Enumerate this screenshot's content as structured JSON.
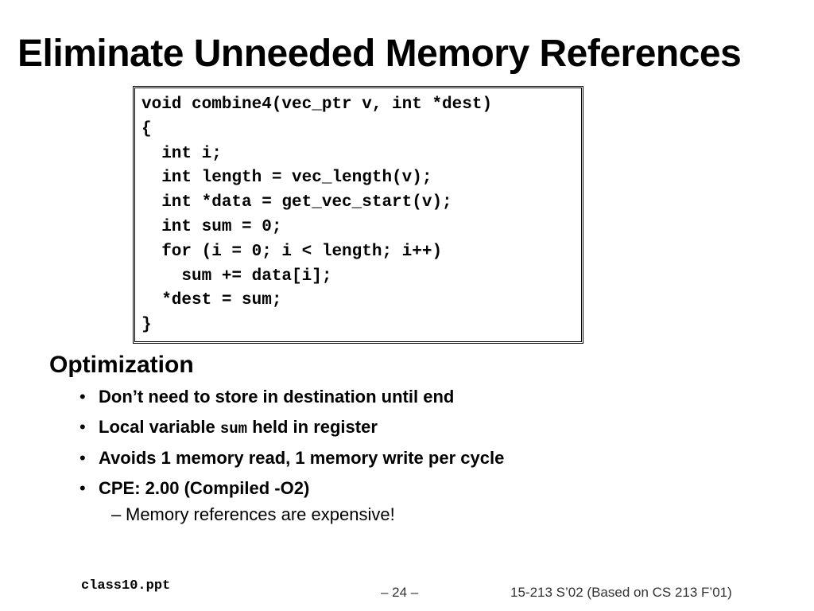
{
  "slide": {
    "title": "Eliminate Unneeded Memory References",
    "code_lines": [
      "void combine4(vec_ptr v, int *dest)",
      "{",
      "  int i;",
      "  int length = vec_length(v);",
      "  int *data = get_vec_start(v);",
      "  int sum = 0;",
      "  for (i = 0; i < length; i++)",
      "    sum += data[i];",
      "  *dest = sum;",
      "}"
    ],
    "section_heading": "Optimization",
    "bullets": {
      "b1": "Don’t need to store in destination until end",
      "b2_prefix": "Local variable ",
      "b2_code": "sum",
      "b2_suffix": " held in register",
      "b3": "Avoids 1 memory read, 1 memory write per cycle",
      "b4": "CPE:   2.00 (Compiled -O2)"
    },
    "sub_bullet": "Memory references are expensive!",
    "bullet_glyph": "•",
    "dash_glyph": "–"
  },
  "footer": {
    "file": "class10.ppt",
    "page": "– 24 –",
    "course": "15-213 S’02 (Based on CS 213 F’01)"
  }
}
